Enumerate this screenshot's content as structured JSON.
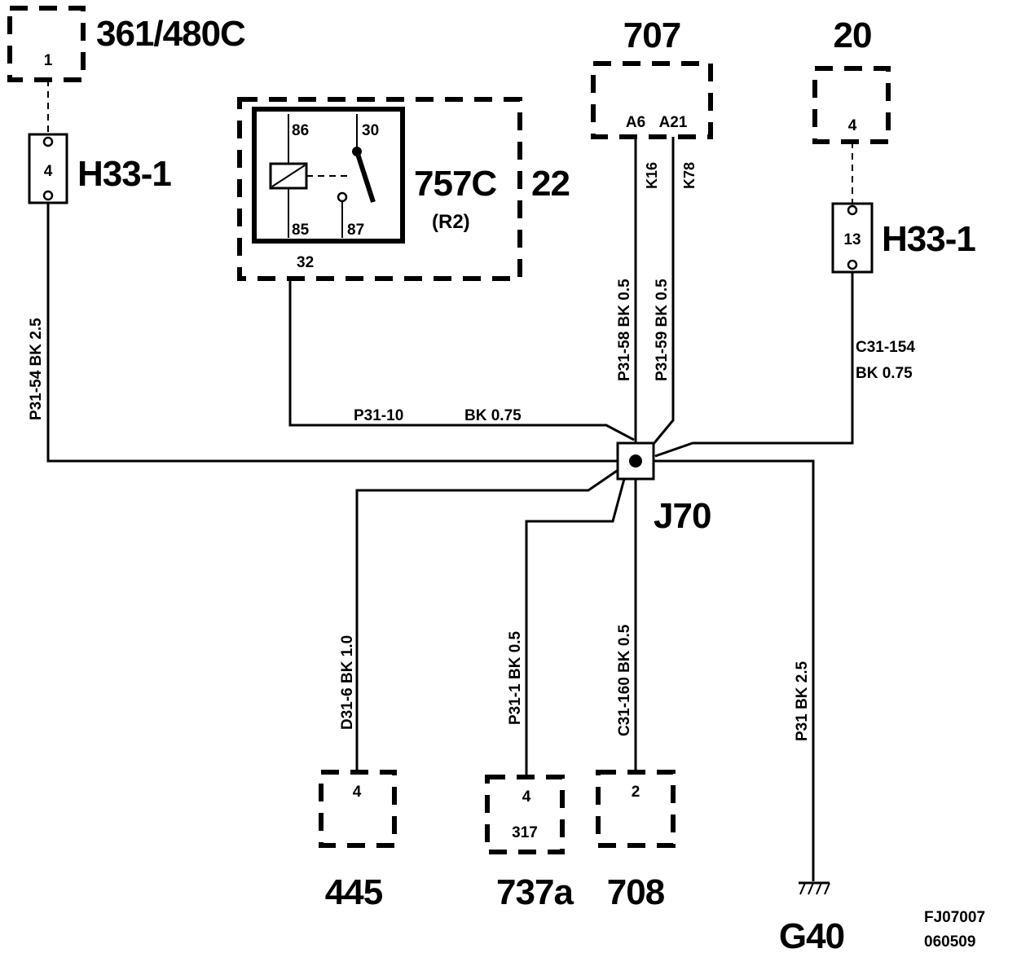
{
  "components": {
    "c361": {
      "id": "361/480C",
      "pin": "1"
    },
    "c707": {
      "id": "707",
      "pins": [
        "A6",
        "A21"
      ]
    },
    "c20": {
      "id": "20",
      "pin": "4"
    },
    "h33_left": {
      "id": "H33-1",
      "pin": "4"
    },
    "h33_right": {
      "id": "H33-1",
      "pin": "13"
    },
    "relay": {
      "id": "757C",
      "sub": "(R2)",
      "ref": "22",
      "pin_86": "86",
      "pin_30": "30",
      "pin_85": "85",
      "pin_87": "87",
      "pin_32": "32"
    },
    "splice": {
      "id": "J70"
    },
    "c445": {
      "id": "445",
      "pin": "4"
    },
    "c737a": {
      "id": "737a",
      "pin": "4",
      "sub": "317"
    },
    "c708": {
      "id": "708",
      "pin": "2"
    },
    "ground": {
      "id": "G40"
    }
  },
  "wires": {
    "w_p3154": "P31-54  BK  2.5",
    "w_p3110": "P31-10",
    "w_p3110_spec": "BK  0.75",
    "w_p3158": "P31-58  BK 0.5",
    "w_p3159": "P31-59  BK 0.5",
    "w_k16": "K16",
    "w_k78": "K78",
    "w_c31154": "C31-154",
    "w_c31154_spec": "BK    0.75",
    "w_d316": "D31-6  BK    1.0",
    "w_p311": "P31-1  BK   0.5",
    "w_c31160": "C31-160  BK   0.5",
    "w_p31": "P31  BK  2.5"
  },
  "footer": {
    "code1": "FJ07007",
    "code2": "060509"
  }
}
